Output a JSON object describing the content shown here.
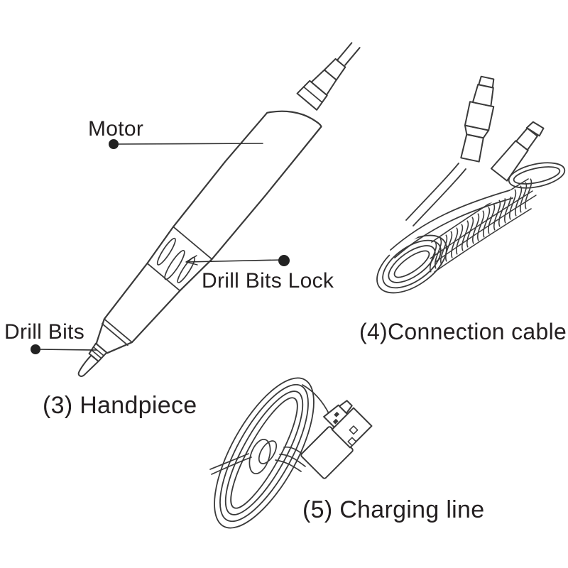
{
  "figure": {
    "background_color": "#ffffff",
    "line_color": "#3a3a3a",
    "text_color": "#231f20",
    "callouts": {
      "motor": "Motor",
      "drill_bits_lock": "Drill Bits Lock",
      "drill_bits": "Drill Bits"
    },
    "captions": {
      "handpiece": "(3) Handpiece",
      "connection_cable": "(4)Connection cable",
      "charging_line": "(5) Charging line"
    }
  }
}
